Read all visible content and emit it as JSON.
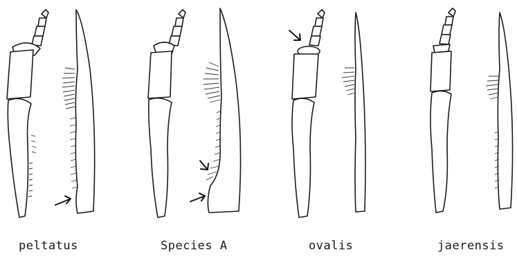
{
  "figure": {
    "specimens": [
      {
        "id": "peltatus",
        "label": "peltatus"
      },
      {
        "id": "species-a",
        "label": "Species A"
      },
      {
        "id": "ovalis",
        "label": "ovalis"
      },
      {
        "id": "jaerensis",
        "label": "jaerensis"
      }
    ]
  }
}
